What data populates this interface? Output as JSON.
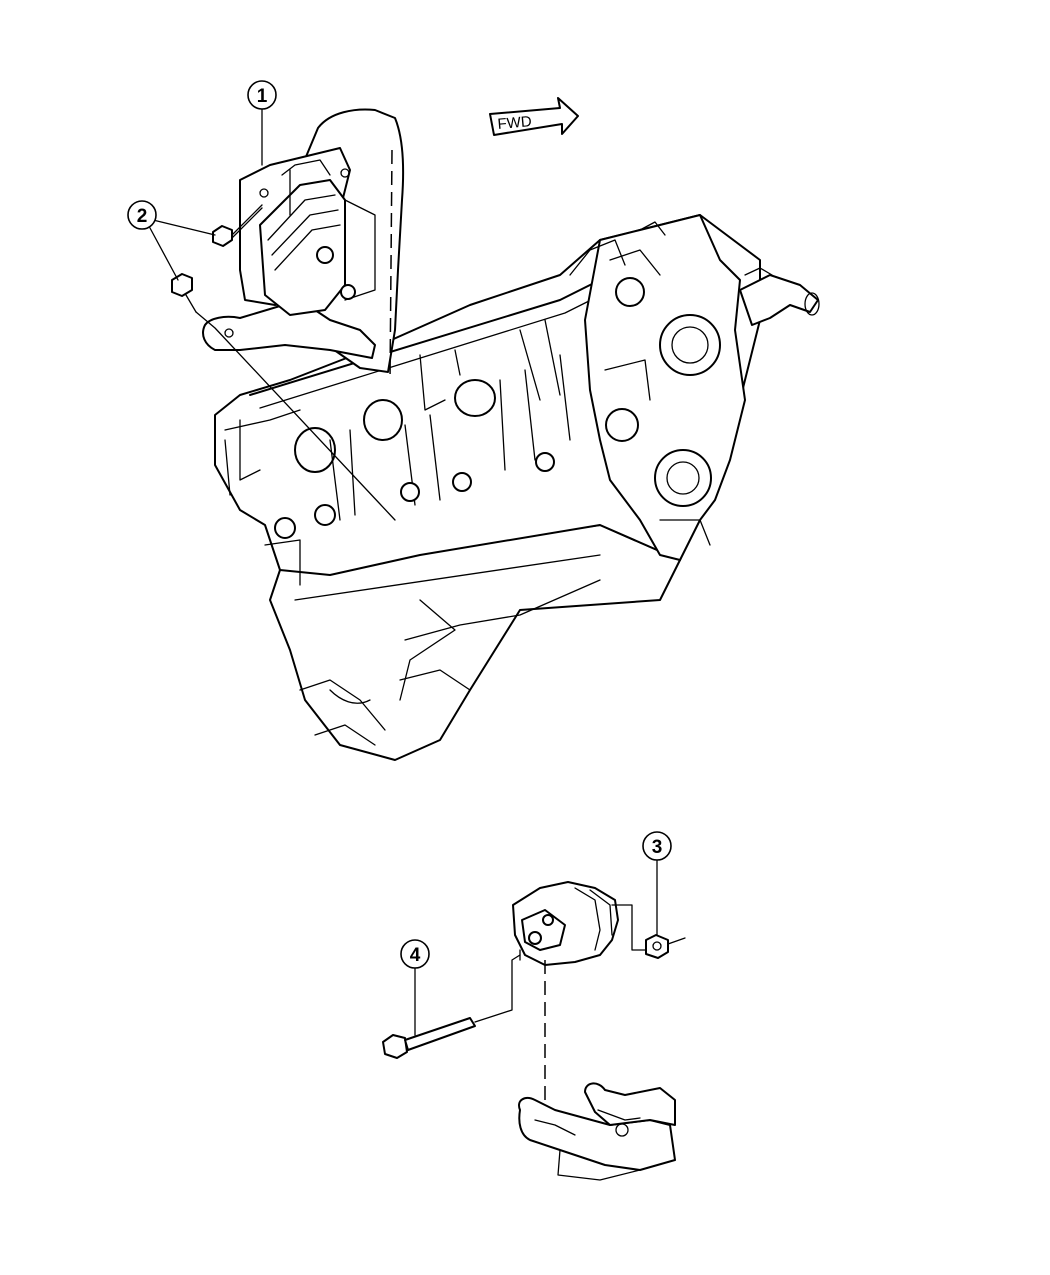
{
  "diagram": {
    "direction_arrow": {
      "label": "FWD"
    },
    "callouts": [
      {
        "number": "1",
        "part": "mount-bracket"
      },
      {
        "number": "2",
        "part": "bolt"
      },
      {
        "number": "3",
        "part": "nut"
      },
      {
        "number": "4",
        "part": "through-bolt"
      }
    ]
  }
}
